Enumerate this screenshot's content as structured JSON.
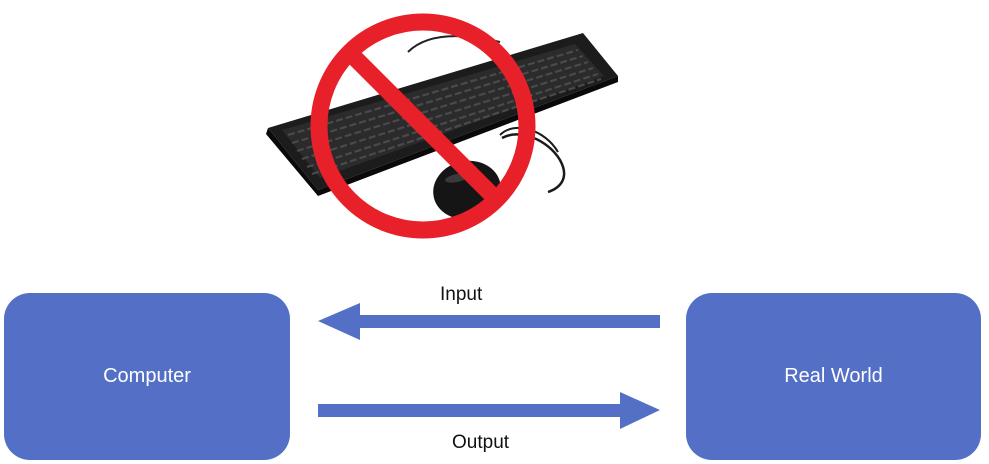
{
  "boxes": {
    "left": "Computer",
    "right": "Real World"
  },
  "arrows": {
    "top": "Input",
    "bottom": "Output"
  },
  "icon": {
    "name": "no-keyboard-mouse-icon",
    "depicts": [
      "keyboard",
      "mouse",
      "prohibition-sign"
    ]
  },
  "colors": {
    "box": "#5470c6",
    "arrow": "#5470c6",
    "prohibition": "#e8202a"
  }
}
